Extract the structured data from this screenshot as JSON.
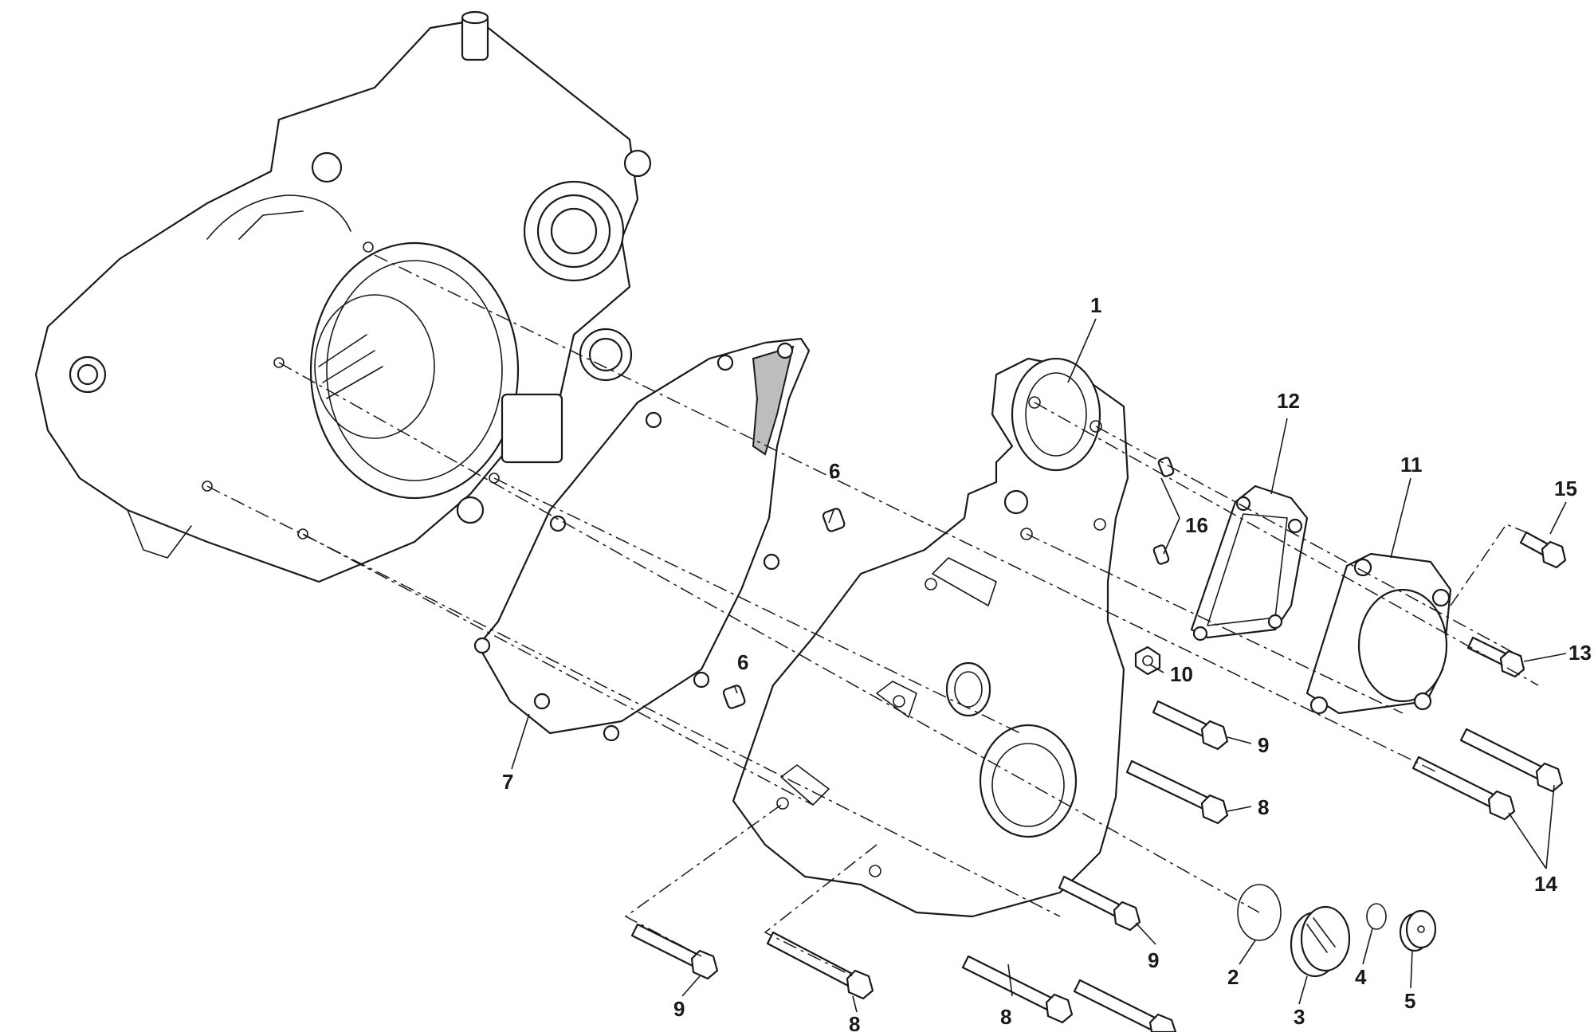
{
  "callouts": {
    "c1": "1",
    "c2": "2",
    "c3": "3",
    "c4": "4",
    "c5": "5",
    "c6a": "6",
    "c6b": "6",
    "c7": "7",
    "c8a": "8",
    "c8b": "8",
    "c8c": "8",
    "c9a": "9",
    "c9b": "9",
    "c9c": "9",
    "c10": "10",
    "c11": "11",
    "c12": "12",
    "c13": "13",
    "c14": "14",
    "c15": "15",
    "c16": "16"
  }
}
